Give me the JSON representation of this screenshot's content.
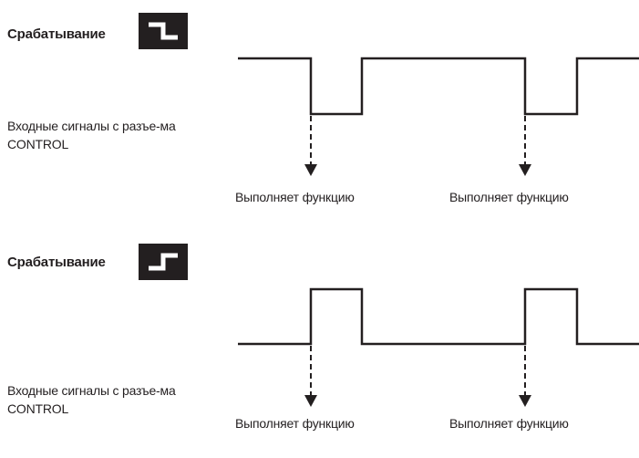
{
  "falling": {
    "title": "Срабатывание",
    "icon": "falling-edge-icon",
    "input_label": "Входные сигналы с разъе-ма CONTROL",
    "actions": [
      "Выполняет функцию",
      "Выполняет функцию"
    ]
  },
  "rising": {
    "title": "Срабатывание",
    "icon": "rising-edge-icon",
    "input_label": "Входные сигналы с разъе-ма CONTROL",
    "actions": [
      "Выполняет функцию",
      "Выполняет функцию"
    ]
  },
  "colors": {
    "line": "#231f20",
    "icon_background": "#231f20",
    "icon_stroke": "#ffffff"
  }
}
